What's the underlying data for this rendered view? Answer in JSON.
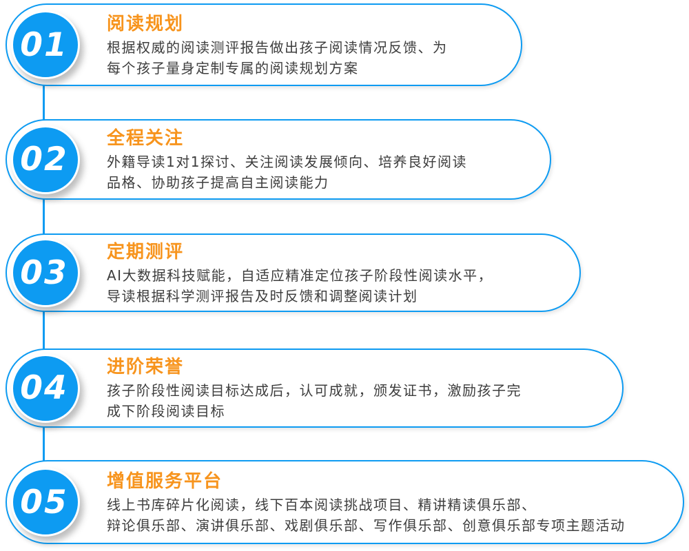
{
  "colors": {
    "accent_blue": "#0d9bf2",
    "title_orange": "#f7941d",
    "body_text": "#3d3d3d",
    "number_white": "#ffffff",
    "background": "#ffffff"
  },
  "steps": [
    {
      "number": "01",
      "title": "阅读规划",
      "desc_line1": "根据权威的阅读测评报告做出孩子阅读情况反馈、为",
      "desc_line2": "每个孩子量身定制专属的阅读规划方案"
    },
    {
      "number": "02",
      "title": "全程关注",
      "desc_line1": "外籍导读1对1探讨、关注阅读发展倾向、培养良好阅读",
      "desc_line2": "品格、协助孩子提高自主阅读能力"
    },
    {
      "number": "03",
      "title": "定期测评",
      "desc_line1": "AI大数据科技赋能，自适应精准定位孩子阶段性阅读水平，",
      "desc_line2": "导读根据科学测评报告及时反馈和调整阅读计划"
    },
    {
      "number": "04",
      "title": "进阶荣誉",
      "desc_line1": "孩子阶段性阅读目标达成后，认可成就，颁发证书，激励孩子完",
      "desc_line2": "成下阶段阅读目标"
    },
    {
      "number": "05",
      "title": "增值服务平台",
      "desc_line1": "线上书库碎片化阅读，线下百本阅读挑战项目、精讲精读俱乐部、",
      "desc_line2": "辩论俱乐部、演讲俱乐部、戏剧俱乐部、写作俱乐部、创意俱乐部专项主题活动"
    }
  ]
}
